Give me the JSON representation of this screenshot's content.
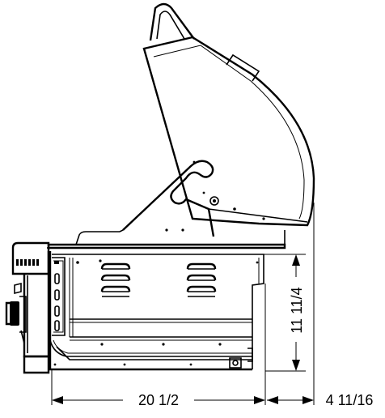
{
  "dimensions": {
    "width_label": "20 1/2",
    "height_label": "11 11/4",
    "offset_label": "4 11/16"
  },
  "drawing": {
    "subject": "grill-side-view-line-drawing"
  }
}
